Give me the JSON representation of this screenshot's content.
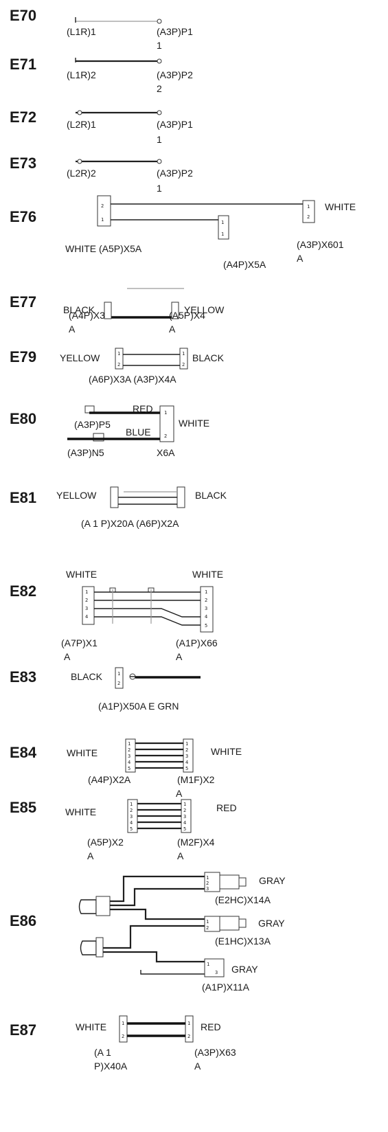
{
  "harnesses": {
    "e70": {
      "id": "E70",
      "from": "(L1R)1",
      "to": "(A3P)P1",
      "to_line2": "1"
    },
    "e71": {
      "id": "E71",
      "from": "(L1R)2",
      "to": "(A3P)P2",
      "to_line2": "2"
    },
    "e72": {
      "id": "E72",
      "from": "(L2R)1",
      "to": "(A3P)P1",
      "to_line2": "1"
    },
    "e73": {
      "id": "E73",
      "from": "(L2R)2",
      "to": "(A3P)P2",
      "to_line2": "1"
    },
    "e76": {
      "id": "E76",
      "left_label": "WHITE (A5P)X5A",
      "middle_label": "(A4P)X5A",
      "right_color": "WHITE",
      "right_label": "(A3P)X601",
      "right_label_line2": "A"
    },
    "e77": {
      "id": "E77",
      "left_color": "BLACK",
      "left_label": "(A4P)X3",
      "left_label_line2": "A",
      "right_color": "YELLOW",
      "right_label": "(A5P)X4",
      "right_label_line2": "A"
    },
    "e79": {
      "id": "E79",
      "left_color": "YELLOW",
      "right_color": "BLACK",
      "bottom_label": "(A6P)X3A (A3P)X4A"
    },
    "e80": {
      "id": "E80",
      "red": "RED",
      "blue": "BLUE",
      "white": "WHITE",
      "p5": "(A3P)P5",
      "n5": "(A3P)N5",
      "x6a": "X6A"
    },
    "e81": {
      "id": "E81",
      "left_color": "YELLOW",
      "right_color": "BLACK",
      "bottom_label": "(A 1 P)X20A (A6P)X2A"
    },
    "e82": {
      "id": "E82",
      "left_color": "WHITE",
      "right_color": "WHITE",
      "left_label": "(A7P)X1",
      "left_label_line2": "A",
      "right_label": "(A1P)X66",
      "right_label_line2": "A"
    },
    "e83": {
      "id": "E83",
      "left_color": "BLACK",
      "bottom_label": "(A1P)X50A E GRN"
    },
    "e84": {
      "id": "E84",
      "left_color": "WHITE",
      "right_color": "WHITE",
      "left_label": "(A4P)X2A",
      "right_label": "(M1F)X2",
      "right_label_line2": "A"
    },
    "e85": {
      "id": "E85",
      "left_color": "WHITE",
      "right_color": "RED",
      "left_label": "(A5P)X2",
      "left_label_line2": "A",
      "right_label": "(M2F)X4",
      "right_label_line2": "A"
    },
    "e86": {
      "id": "E86",
      "c1_color": "GRAY",
      "c1_label": "(E2HC)X14A",
      "c2_color": "GRAY",
      "c2_label": "(E1HC)X13A",
      "c3_color": "GRAY",
      "c3_label": "(A1P)X11A"
    },
    "e87": {
      "id": "E87",
      "left_color": "WHITE",
      "right_color": "RED",
      "left_label": "(A 1",
      "left_label_line2": "P)X40A",
      "right_label": "(A3P)X63",
      "right_label_line2": "A"
    }
  }
}
